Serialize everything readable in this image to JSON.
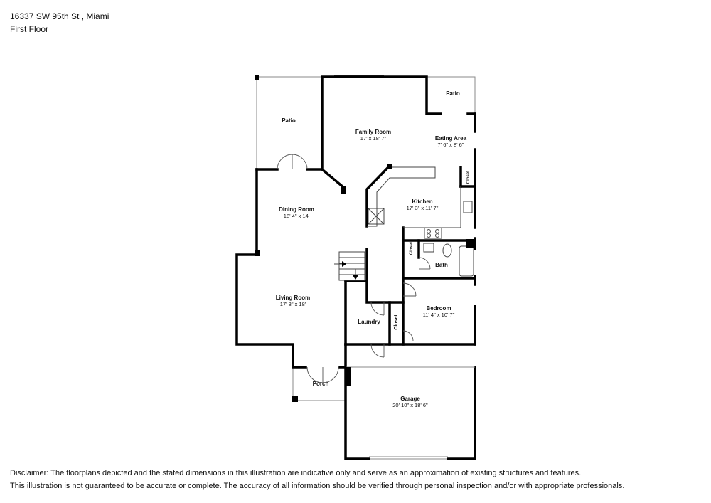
{
  "header": {
    "address": "16337 SW 95th St , Miami",
    "floor": "First Floor"
  },
  "rooms": {
    "patio_left": {
      "name": "Patio",
      "dims": ""
    },
    "patio_right": {
      "name": "Patio",
      "dims": ""
    },
    "family_room": {
      "name": "Family Room",
      "dims": "17' x 18' 7\""
    },
    "eating_area": {
      "name": "Eating Area",
      "dims": "7' 6\" x 8' 6\""
    },
    "dining_room": {
      "name": "Dining Room",
      "dims": "18' 4\" x 14'"
    },
    "kitchen": {
      "name": "Kitchen",
      "dims": "17' 3\" x 11' 7\""
    },
    "closet_kitchen": {
      "name": "Closet"
    },
    "closet_bath": {
      "name": "Closet"
    },
    "bath": {
      "name": "Bath"
    },
    "living_room": {
      "name": "Living Room",
      "dims": "17' 8\" x 18'"
    },
    "laundry": {
      "name": "Laundry"
    },
    "closet_bedroom": {
      "name": "Closet"
    },
    "bedroom": {
      "name": "Bedroom",
      "dims": "11' 4\" x 10' 7\""
    },
    "porch": {
      "name": "Porch"
    },
    "garage": {
      "name": "Garage",
      "dims": "20' 10\" x 18' 6\""
    }
  },
  "disclaimer": {
    "line1": "Disclaimer: The floorplans depicted and the stated dimensions in this illustration are indicative only and serve as an approximation of existing structures and features.",
    "line2": "This illustration is not guaranteed to be accurate or complete. The accuracy of all information should be verified through personal inspection and/or with appropriate professionals."
  },
  "colors": {
    "wall": "#000000",
    "thin_line": "#8a8a8a",
    "text": "#111111",
    "background": "#ffffff"
  }
}
